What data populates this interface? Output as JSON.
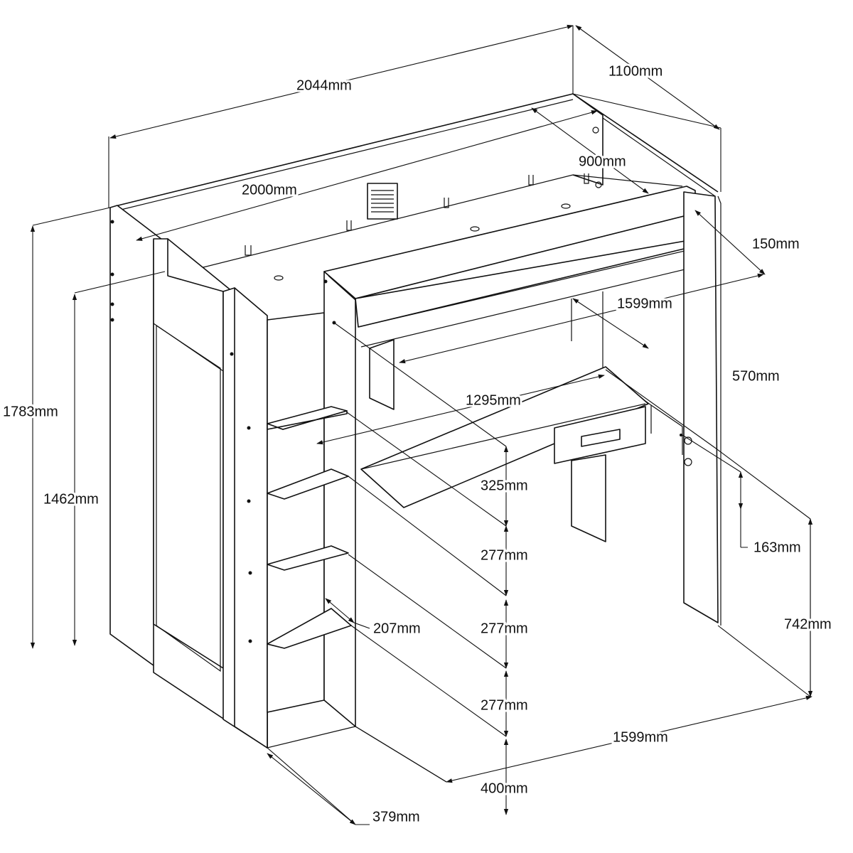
{
  "diagram": {
    "colors": {
      "line": "#111111",
      "background": "#ffffff"
    },
    "dimensions": {
      "overall_length": "2044mm",
      "overall_depth": "1100mm",
      "mattress_depth": "900mm",
      "mattress_length": "2000mm",
      "guard_height": "150mm",
      "desk_width": "1599mm",
      "desk_depth": "570mm",
      "desk_length": "1295mm",
      "shelf_gap_top": "325mm",
      "shelf_gap_2": "277mm",
      "shelf_gap_3": "277mm",
      "shelf_gap_4": "277mm",
      "drawer_height": "163mm",
      "overall_height": "1783mm",
      "under_height": "1462mm",
      "desk_height": "742mm",
      "shelf_depth": "207mm",
      "base_width": "1599mm",
      "step_height": "400mm",
      "wardrobe_depth": "379mm"
    }
  }
}
